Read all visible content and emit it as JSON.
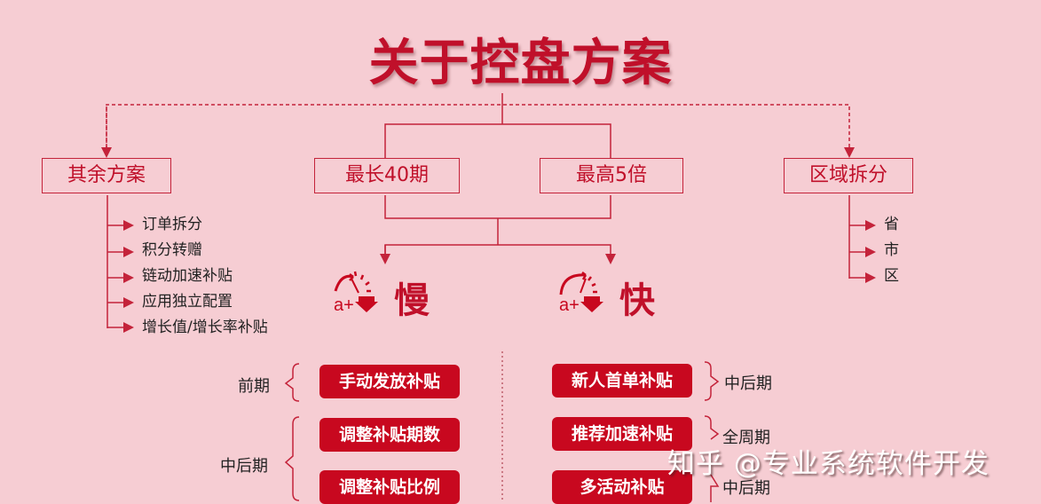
{
  "title": "关于控盘方案",
  "nodes": {
    "other": "其余方案",
    "max_periods": "最长40期",
    "max_multiple": "最高5倍",
    "region": "区域拆分"
  },
  "other_items": [
    "订单拆分",
    "积分转赠",
    "链动加速补贴",
    "应用独立配置",
    "增长值/增长率补贴"
  ],
  "region_items": [
    "省",
    "市",
    "区"
  ],
  "speeds": {
    "slow": {
      "label": "慢",
      "icon": "speedometer-icon"
    },
    "fast": {
      "label": "快",
      "icon": "speedometer-icon"
    }
  },
  "slow_column": {
    "groups": [
      {
        "phase": "前期",
        "items": [
          "手动发放补贴"
        ]
      },
      {
        "phase": "中后期",
        "items": [
          "调整补贴期数",
          "调整补贴比例"
        ]
      }
    ]
  },
  "fast_column": {
    "items": [
      {
        "label": "新人首单补贴",
        "phase": "中后期"
      },
      {
        "label": "推荐加速补贴",
        "phase": "全周期"
      },
      {
        "label": "多活动补贴",
        "phase": "中后期"
      }
    ]
  },
  "colors": {
    "accent": "#c0102a",
    "pill": "#c8081f",
    "background": "#f6cdd3"
  },
  "watermark": "知乎 @专业系统软件开发"
}
